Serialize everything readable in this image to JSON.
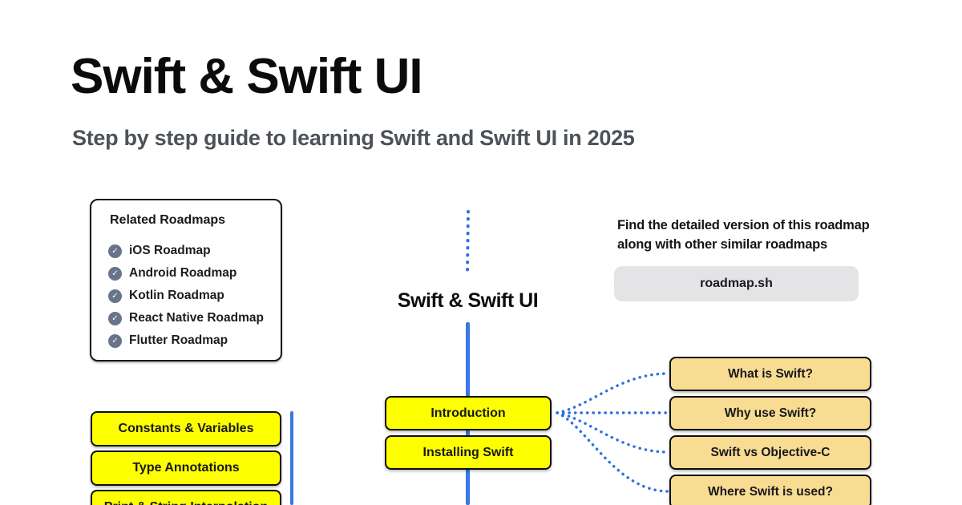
{
  "page": {
    "title": "Swift & Swift UI",
    "subtitle": "Step by step guide to learning Swift and Swift UI in 2025"
  },
  "related": {
    "title": "Related Roadmaps",
    "items": [
      {
        "label": "iOS Roadmap"
      },
      {
        "label": "Android Roadmap"
      },
      {
        "label": "Kotlin Roadmap"
      },
      {
        "label": "React Native Roadmap"
      },
      {
        "label": "Flutter Roadmap"
      }
    ]
  },
  "center": {
    "label": "Swift & Swift UI",
    "nodes": [
      "Introduction",
      "Installing Swift"
    ]
  },
  "left_nodes": [
    "Constants & Variables",
    "Type Annotations",
    "Print & String Interpolation"
  ],
  "right_topics": [
    "What is Swift?",
    "Why use Swift?",
    "Swift vs Objective-C",
    "Where Swift is used?"
  ],
  "promo": {
    "line1": "Find the detailed version of this roadmap",
    "line2": "along with other similar roadmaps",
    "button_label": "roadmap.sh"
  },
  "icons": {
    "check": "✓"
  },
  "colors": {
    "node_yellow": "#fdff00",
    "topic_peach": "#f8dc92",
    "rail_blue": "#3a76e6",
    "connector_blue": "#2f6fe4",
    "check_circle_gray": "#68748a",
    "button_gray": "#e4e4e6",
    "subtitle_gray": "#4c5258"
  }
}
